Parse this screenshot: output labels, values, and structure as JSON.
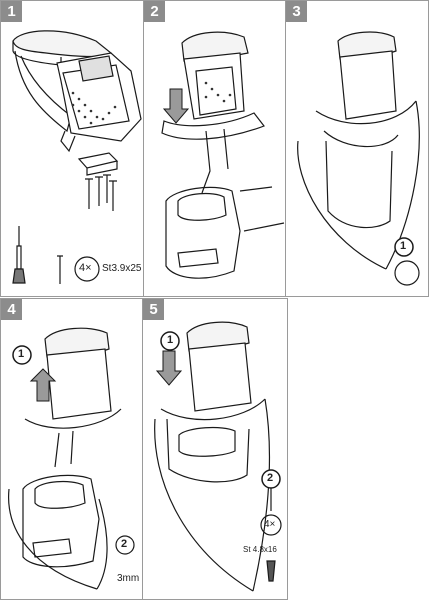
{
  "steps": [
    {
      "number": "1",
      "screw_count": "4×",
      "screw_spec": "St3.9x25"
    },
    {
      "number": "2"
    },
    {
      "number": "3",
      "callout": "1"
    },
    {
      "number": "4",
      "callout_1": "1",
      "callout_2": "2",
      "drill_size": "3mm"
    },
    {
      "number": "5",
      "callout_1": "1",
      "callout_2": "2",
      "screw_count": "4×",
      "screw_spec": "St 4.8x16"
    }
  ],
  "colors": {
    "badge": "#8c8c8c",
    "border": "#9a9a9a",
    "line": "#1a1a1a"
  }
}
